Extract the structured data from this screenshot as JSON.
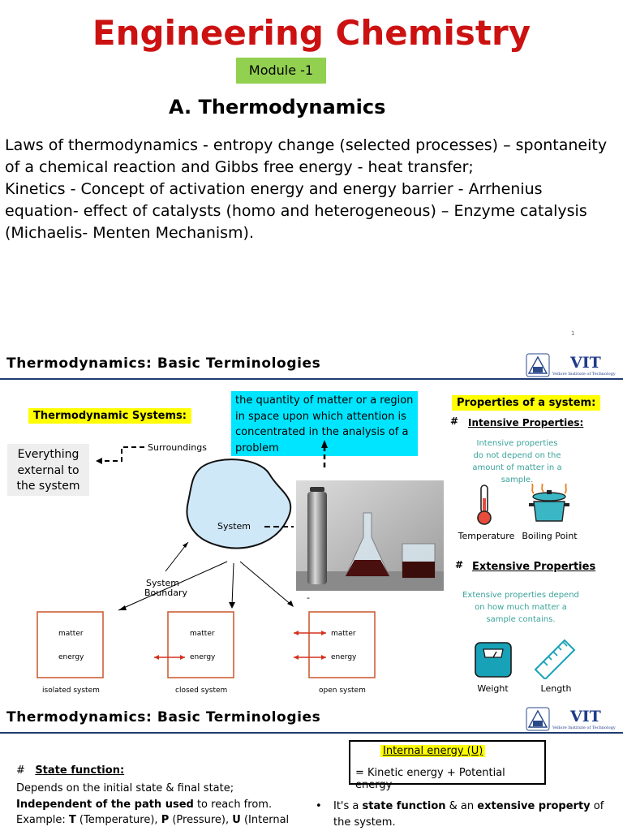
{
  "slide1": {
    "title": "Engineering Chemistry",
    "module_badge": "Module -1",
    "section_heading": "A. Thermodynamics",
    "syllabus_line1": "Laws of thermodynamics - entropy change (selected processes) – spontaneity of a chemical reaction and Gibbs free energy - heat transfer;",
    "syllabus_line2": "Kinetics - Concept of activation energy and energy barrier - Arrhenius equation- effect of catalysts (homo and heterogeneous) – Enzyme catalysis (Michaelis- Menten Mechanism).",
    "page_number": "1"
  },
  "slide2": {
    "header": "Thermodynamics: Basic Terminologies",
    "logo_text": "VIT",
    "logo_subtext": "Vellore Institute of Technology",
    "systems_label": "Thermodynamic Systems:",
    "system_definition": "the quantity of matter or a region in space upon which attention is concentrated in the analysis of a problem",
    "surroundings_definition": "Everything external to the system",
    "diagram": {
      "surroundings": "Surroundings",
      "system": "System",
      "boundary": "System Boundary",
      "boxes": [
        {
          "matter": "matter",
          "energy": "energy",
          "caption": "isolated system"
        },
        {
          "matter": "matter",
          "energy": "energy",
          "caption": "closed system"
        },
        {
          "matter": "matter",
          "energy": "energy",
          "caption": "open system"
        }
      ],
      "dash_note": "-"
    },
    "properties": {
      "title": "Properties of a system:",
      "hash": "#",
      "intensive_title": "Intensive Properties:",
      "intensive_desc": "Intensive properties do not depend on the amount of matter in a sample.",
      "intensive_items": [
        "Temperature",
        "Boiling Point"
      ],
      "extensive_title": "Extensive Properties",
      "extensive_desc": "Extensive properties depend on how much matter a sample contains.",
      "extensive_items": [
        "Weight",
        "Length"
      ]
    }
  },
  "slide3": {
    "header": "Thermodynamics: Basic Terminologies",
    "logo_text": "VIT",
    "logo_subtext": "Vellore Institute of Technology",
    "state_hash": "#",
    "state_title": "State function:",
    "state_line1": "Depends on the initial state & final state;",
    "state_line2_bold": "Independent of the path used",
    "state_line2_rest": " to reach from.",
    "state_line3_prefix": "Example: ",
    "state_line3_T": "T",
    "state_line3_T_rest": " (Temperature), ",
    "state_line3_P": "P",
    "state_line3_P_rest": " (Pressure), ",
    "state_line3_U": "U",
    "state_line3_U_rest": " (Internal",
    "internal_energy_title": "Internal energy (U)",
    "internal_energy_eq": "= Kinetic energy + Potential energy",
    "bullet": "•",
    "bullet_prefix": "It's a ",
    "bullet_b1": "state function",
    "bullet_mid": " & an ",
    "bullet_b2": "extensive property",
    "bullet_suffix": " of the system."
  }
}
